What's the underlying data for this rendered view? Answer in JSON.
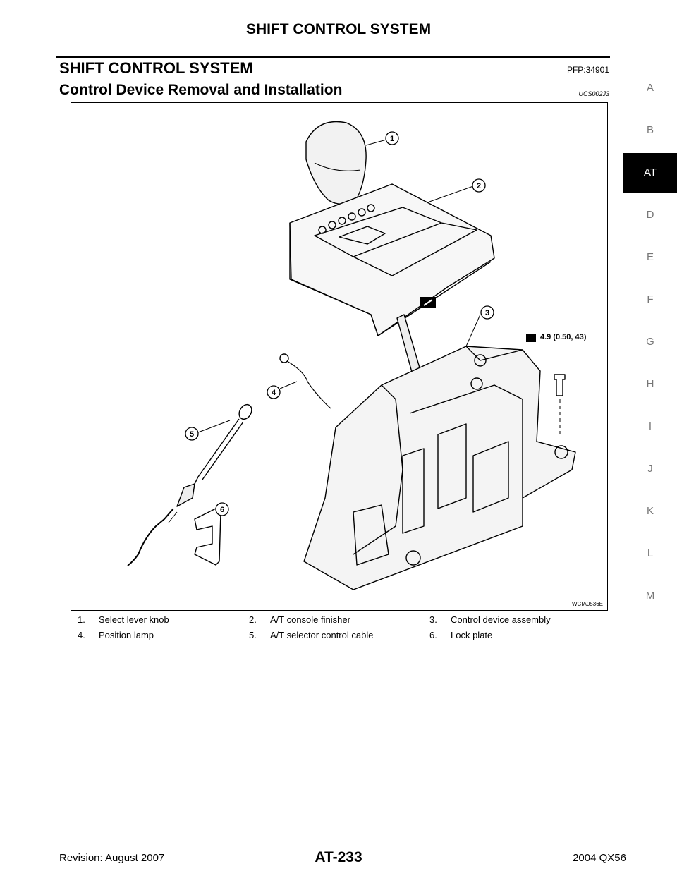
{
  "header": {
    "title": "SHIFT CONTROL SYSTEM"
  },
  "section": {
    "title": "SHIFT CONTROL SYSTEM",
    "code": "PFP:34901"
  },
  "subsection": {
    "title": "Control Device Removal and Installation",
    "code": "UCS002J3"
  },
  "figure": {
    "id": "WCIA0536E",
    "torque": "4.9 (0.50, 43)",
    "callouts": [
      "1",
      "2",
      "3",
      "4",
      "5",
      "6"
    ]
  },
  "legend": [
    [
      {
        "num": "1.",
        "label": "Select lever knob"
      },
      {
        "num": "2.",
        "label": "A/T console finisher"
      },
      {
        "num": "3.",
        "label": "Control device assembly"
      }
    ],
    [
      {
        "num": "4.",
        "label": "Position lamp"
      },
      {
        "num": "5.",
        "label": "A/T selector control cable"
      },
      {
        "num": "6.",
        "label": "Lock plate"
      }
    ]
  ],
  "side_tabs": [
    "A",
    "B",
    "AT",
    "D",
    "E",
    "F",
    "G",
    "H",
    "I",
    "J",
    "K",
    "L",
    "M"
  ],
  "active_tab": "AT",
  "footer": {
    "revision": "Revision: August 2007",
    "page": "AT-233",
    "model": "2004 QX56"
  }
}
